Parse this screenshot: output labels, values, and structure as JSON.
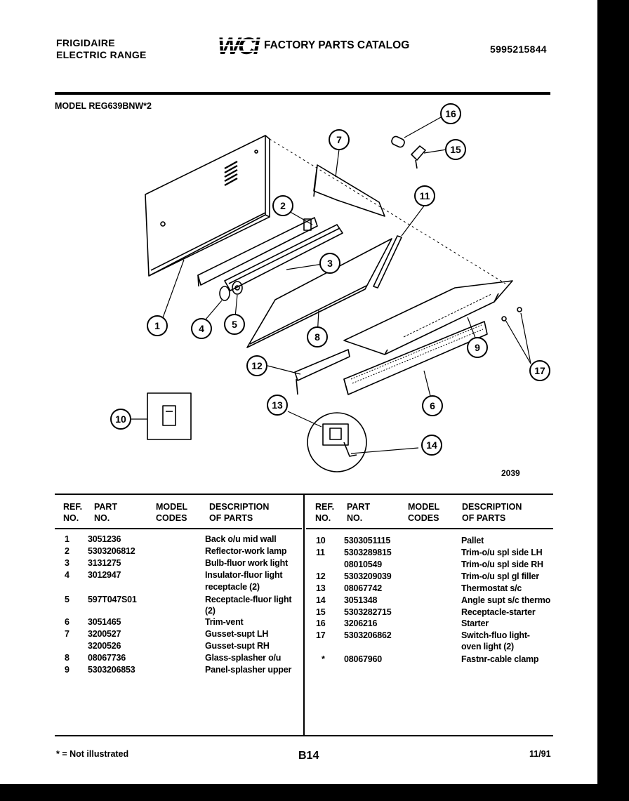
{
  "header": {
    "brand_line1": "FRIGIDAIRE",
    "brand_line2": "ELECTRIC RANGE",
    "logo_text": "WCI",
    "catalog_title": "FACTORY PARTS CATALOG",
    "catalog_number": "5995215844",
    "model_label": "MODEL REG639BNW*2"
  },
  "diagram": {
    "figure_number": "2039",
    "callouts": [
      "1",
      "2",
      "3",
      "4",
      "5",
      "6",
      "7",
      "8",
      "9",
      "10",
      "11",
      "12",
      "13",
      "14",
      "15",
      "16",
      "17"
    ]
  },
  "table": {
    "headers": {
      "ref_no": [
        "REF.",
        "NO."
      ],
      "part_no": [
        "PART",
        "NO."
      ],
      "model_codes": [
        "MODEL",
        "CODES"
      ],
      "description": [
        "DESCRIPTION",
        "OF PARTS"
      ]
    },
    "left_rows": [
      {
        "ref": "1",
        "part": "3051236",
        "desc": "Back o/u mid wall"
      },
      {
        "ref": "2",
        "part": "5303206812",
        "desc": "Reflector-work lamp"
      },
      {
        "ref": "3",
        "part": "3131275",
        "desc": "Bulb-fluor work light"
      },
      {
        "ref": "4",
        "part": "3012947",
        "desc": "Insulator-fluor light"
      },
      {
        "ref": "",
        "part": "",
        "desc": "receptacle (2)"
      },
      {
        "ref": "5",
        "part": "597T047S01",
        "desc": "Receptacle-fluor light"
      },
      {
        "ref": "",
        "part": "",
        "desc": "(2)"
      },
      {
        "ref": "6",
        "part": "3051465",
        "desc": "Trim-vent"
      },
      {
        "ref": "7",
        "part": "3200527",
        "desc": "Gusset-supt LH"
      },
      {
        "ref": "",
        "part": "3200526",
        "desc": "Gusset-supt RH"
      },
      {
        "ref": "8",
        "part": "08067736",
        "desc": "Glass-splasher o/u"
      },
      {
        "ref": "9",
        "part": "5303206853",
        "desc": "Panel-splasher upper"
      }
    ],
    "right_rows": [
      {
        "ref": "10",
        "part": "5303051115",
        "desc": "Pallet"
      },
      {
        "ref": "11",
        "part": "5303289815",
        "desc": "Trim-o/u spl side LH"
      },
      {
        "ref": "",
        "part": "08010549",
        "desc": "Trim-o/u spl side RH"
      },
      {
        "ref": "12",
        "part": "5303209039",
        "desc": "Trim-o/u spl gl filler"
      },
      {
        "ref": "13",
        "part": "08067742",
        "desc": "Thermostat s/c"
      },
      {
        "ref": "14",
        "part": "3051348",
        "desc": "Angle supt s/c thermo"
      },
      {
        "ref": "15",
        "part": "5303282715",
        "desc": "Receptacle-starter"
      },
      {
        "ref": "16",
        "part": "3206216",
        "desc": "Starter"
      },
      {
        "ref": "17",
        "part": "5303206862",
        "desc": "Switch-fluo light-"
      },
      {
        "ref": "",
        "part": "",
        "desc": "oven light (2)"
      },
      {
        "ref": "*",
        "part": "08067960",
        "desc": "Fastnr-cable clamp"
      }
    ]
  },
  "footer": {
    "note": "* = Not illustrated",
    "page": "B14",
    "date": "11/91"
  }
}
